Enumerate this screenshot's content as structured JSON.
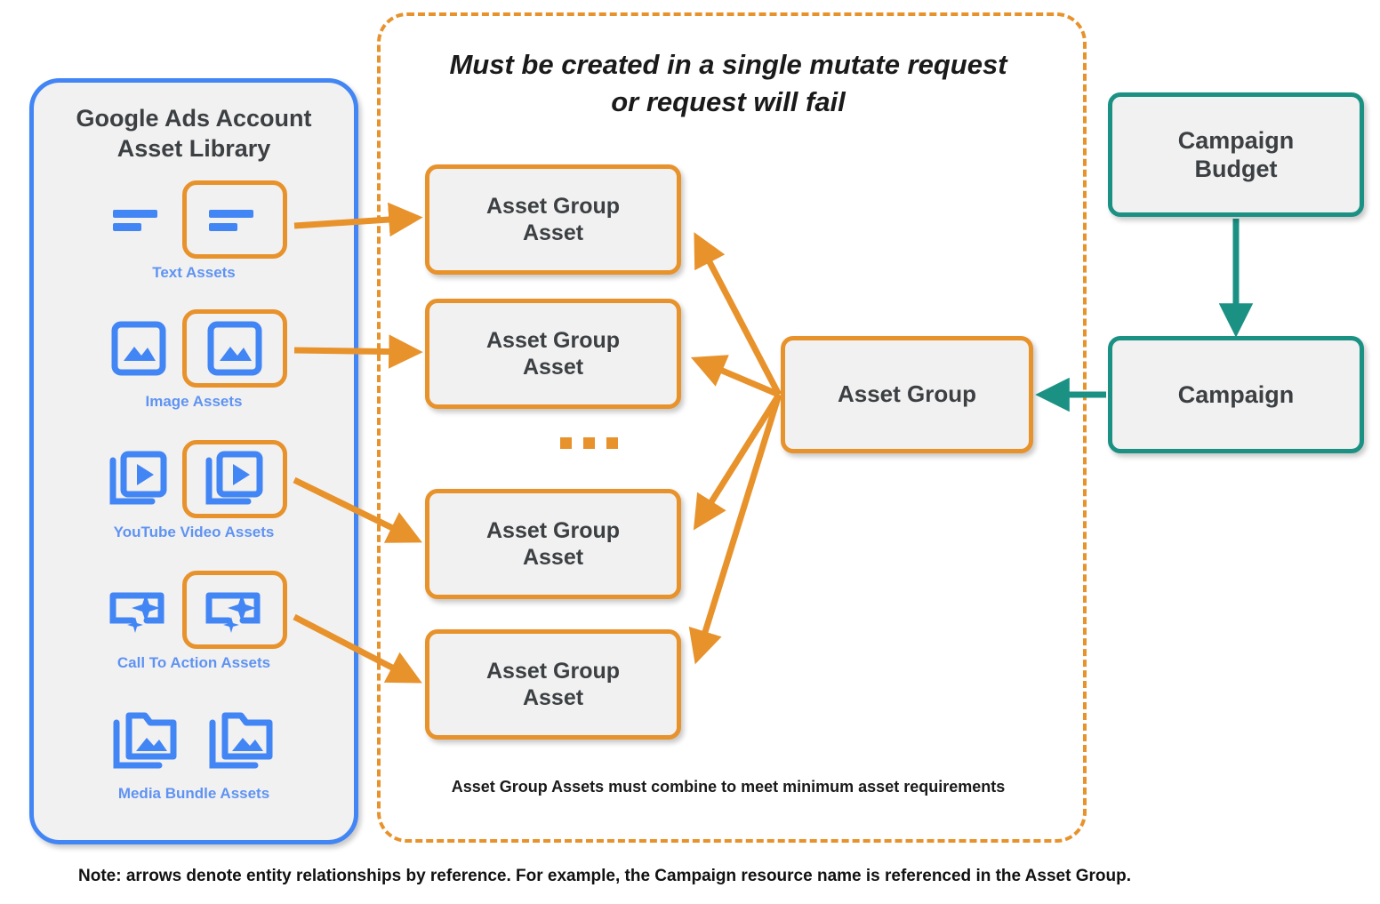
{
  "library": {
    "title": "Google Ads Account\nAsset Library",
    "border_color": "#4285f4",
    "assets": [
      {
        "caption": "Text Assets",
        "icon": "text-asset-icon",
        "highlighted": true
      },
      {
        "caption": "Image Assets",
        "icon": "image-asset-icon",
        "highlighted": true
      },
      {
        "caption": "YouTube Video  Assets",
        "icon": "youtube-video-asset-icon",
        "highlighted": true
      },
      {
        "caption": "Call To Action Assets",
        "icon": "call-to-action-asset-icon",
        "highlighted": true
      },
      {
        "caption": "Media Bundle  Assets",
        "icon": "media-bundle-asset-icon",
        "highlighted": false
      }
    ]
  },
  "mutate_container": {
    "title": "Must be created in a single mutate request\nor request will fail",
    "footnote": "Asset Group Assets must combine to meet minimum asset requirements",
    "border_color": "#e8922b",
    "border_style": "dashed"
  },
  "nodes": {
    "asset_group_assets": [
      {
        "label": "Asset Group\nAsset"
      },
      {
        "label": "Asset Group\nAsset"
      },
      {
        "label": "Asset Group\nAsset"
      },
      {
        "label": "Asset Group\nAsset"
      }
    ],
    "asset_group": {
      "label": "Asset Group",
      "color": "#e8922b"
    },
    "campaign_budget": {
      "label": "Campaign\nBudget",
      "color": "#1b9184"
    },
    "campaign": {
      "label": "Campaign",
      "color": "#1b9184"
    }
  },
  "ellipsis": "...",
  "note": "Note: arrows denote entity relationships by reference. For example, the Campaign resource name is referenced in the Asset Group.",
  "colors": {
    "orange": "#e8922b",
    "teal": "#1b9184",
    "blue": "#4285f4",
    "panel_fill": "#f1f1f1",
    "text_dark": "#3c4043"
  }
}
